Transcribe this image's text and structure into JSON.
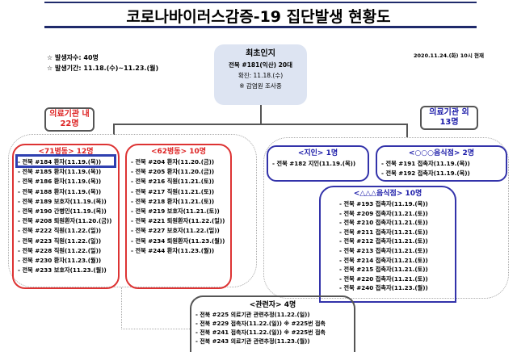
{
  "title": "코로나바이러스감증-19 집단발생 현황도",
  "summary": {
    "count": "☆ 발생자수: 40명",
    "period": "☆ 발생기간: 11.18.(수)~11.23.(월)",
    "as_of": "2020.11.24.(화) 10시 현재"
  },
  "origin": {
    "heading": "최초인지",
    "case": "전북 #181(익산) 20대",
    "confirmed": "확진: 11.18.(수)",
    "note": "※ 감염원 조사중"
  },
  "inside": {
    "label_line1": "의료기관 내",
    "label_line2": "22명",
    "ward71": {
      "header": "<71병동> 12명",
      "items": [
        "- 전북 #184 환자(11.19.(목))",
        "- 전북 #185 환자(11.19.(목))",
        "- 전북 #186 환자(11.19.(목))",
        "- 전북 #188 환자(11.19.(목))",
        "- 전북 #189 보호자(11.19.(목))",
        "- 전북 #190 간병인(11.19.(목))",
        "- 전북 #208 퇴원환자(11.20.(금))",
        "- 전북 #222 직원(11.22.(일))",
        "- 전북 #223 직원(11.22.(일))",
        "- 전북 #228 직원(11.22.(일))",
        "- 전북 #230 환자(11.23.(월))",
        "- 전북 #233 보호자(11.23.(월))"
      ]
    },
    "ward62": {
      "header": "<62병동> 10명",
      "items": [
        "- 전북 #204 환자(11.20.(금))",
        "- 전북 #205 환자(11.20.(금))",
        "- 전북 #216 직원(11.21.(토))",
        "- 전북 #217 직원(11.21.(토))",
        "- 전북 #218 환자(11.21.(토))",
        "- 전북 #219 보호자(11.21.(토))",
        "- 전북 #221 퇴원환자(11.22.(일))",
        "- 전북 #227 보호자(11.22.(일))",
        "- 전북 #234 퇴원환자(11.23.(월))",
        "- 전북 #244 환자(11.23.(월))"
      ]
    }
  },
  "outside": {
    "label_line1": "의료기관 외",
    "label_line2": "13명",
    "acquaintance": {
      "header": "<지인> 1명",
      "items": [
        "- 전북 #182 지인(11.19.(목))"
      ]
    },
    "restaurant1": {
      "header": "<○○○음식점> 2명",
      "items": [
        "- 전북 #191 접촉자(11.19.(목))",
        "- 전북 #192 접촉자(11.19.(목))"
      ]
    },
    "restaurant2": {
      "header": "<△△△음식점> 10명",
      "items": [
        "- 전북 #193 접촉자(11.19.(목))",
        "- 전북 #209 접촉자(11.21.(토))",
        "- 전북 #210 접촉자(11.21.(토))",
        "- 전북 #211 접촉자(11.21.(토))",
        "- 전북 #212 접촉자(11.21.(토))",
        "- 전북 #213 접촉자(11.21.(토))",
        "- 전북 #214 접촉자(11.21.(토))",
        "- 전북 #215 접촉자(11.21.(토))",
        "- 전북 #220 접촉자(11.21.(토))",
        "- 전북 #240 접촉자(11.23.(월))"
      ]
    }
  },
  "related": {
    "header": "<관련자> 4명",
    "items": [
      "- 전북 #225 의료기관 관련추정(11.22.(일))",
      "- 전북 #229 접촉자(11.22.(일)) ※ #225번 접촉",
      "- 전북 #241 접촉자(11.22.(일)) ※ #225번 접촉",
      "- 전북 #243 의료기관 관련추정(11.23.(월))"
    ]
  }
}
